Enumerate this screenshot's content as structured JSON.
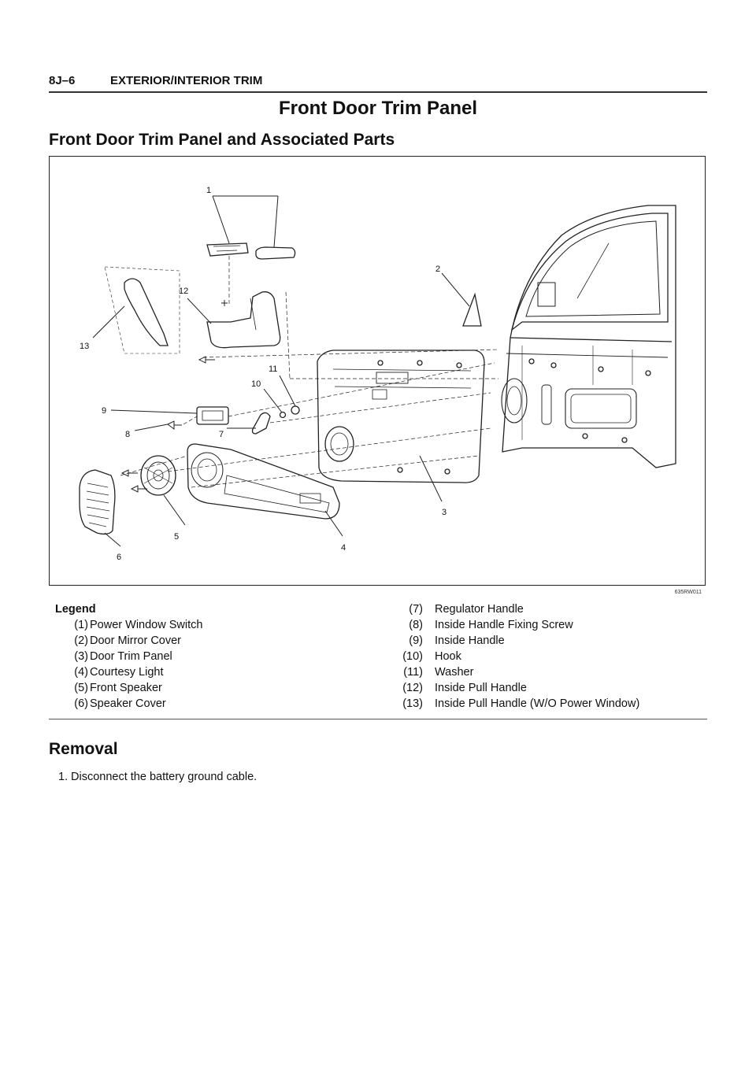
{
  "header": {
    "code": "8J–6",
    "section": "EXTERIOR/INTERIOR TRIM"
  },
  "title": "Front Door Trim Panel",
  "subtitle": "Front Door Trim Panel and Associated Parts",
  "figure": {
    "code": "635RW011",
    "callouts": [
      "1",
      "2",
      "3",
      "4",
      "5",
      "6",
      "7",
      "8",
      "9",
      "10",
      "11",
      "12",
      "13"
    ]
  },
  "legend": {
    "heading": "Legend",
    "items": [
      {
        "num": "(1)",
        "label": "Power Window Switch"
      },
      {
        "num": "(2)",
        "label": "Door Mirror Cover"
      },
      {
        "num": "(3)",
        "label": "Door Trim Panel"
      },
      {
        "num": "(4)",
        "label": "Courtesy Light"
      },
      {
        "num": "(5)",
        "label": "Front Speaker"
      },
      {
        "num": "(6)",
        "label": "Speaker Cover"
      },
      {
        "num": "(7)",
        "label": "Regulator Handle"
      },
      {
        "num": "(8)",
        "label": "Inside Handle Fixing Screw"
      },
      {
        "num": "(9)",
        "label": "Inside Handle"
      },
      {
        "num": "(10)",
        "label": "Hook"
      },
      {
        "num": "(11)",
        "label": "Washer"
      },
      {
        "num": "(12)",
        "label": "Inside Pull Handle"
      },
      {
        "num": "(13)",
        "label": "Inside Pull Handle (W/O Power Window)"
      }
    ]
  },
  "removal": {
    "heading": "Removal",
    "steps": [
      {
        "num": "1.",
        "text": "Disconnect the battery ground cable."
      }
    ]
  }
}
